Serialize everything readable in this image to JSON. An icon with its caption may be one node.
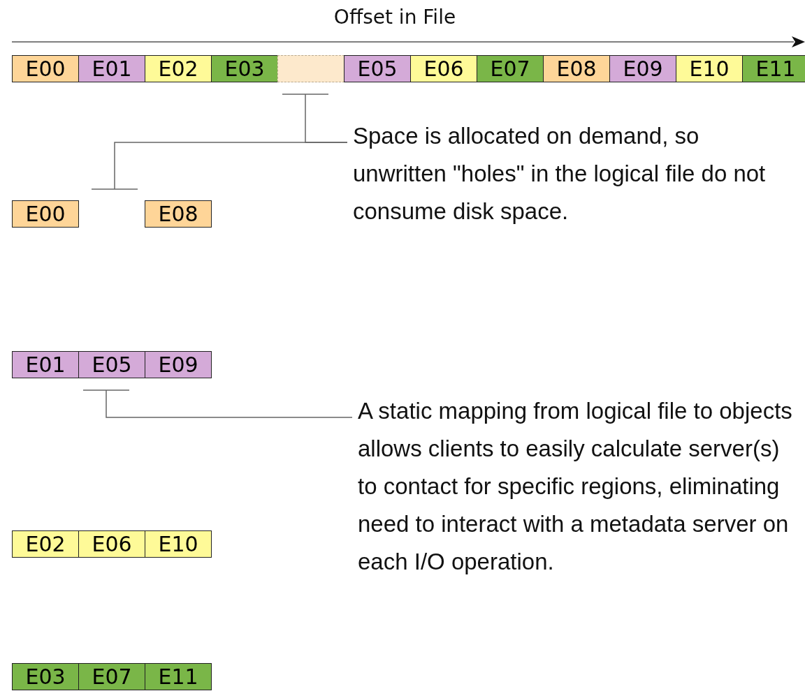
{
  "diagram": {
    "nodes": [
      {
        "text": [
          "E00"
        ]
      },
      {
        "text": [
          "E01"
        ]
      },
      {
        "text": [
          "E02"
        ]
      },
      {
        "text": [
          "E03"
        ]
      },
      {
        "text": [],
        "shape": "box"
      },
      {
        "text": [
          "E05"
        ]
      },
      {
        "text": [
          "E06"
        ]
      },
      {
        "text": [
          "E07"
        ]
      },
      {
        "text": [
          "E08"
        ]
      },
      {
        "text": [
          "E09"
        ]
      },
      {
        "text": [
          "E10"
        ]
      },
      {
        "text": [
          "E11"
        ]
      },
      {
        "text": [
          "E00"
        ]
      },
      {
        "text": [
          "E08"
        ]
      },
      {
        "text": [
          "E01"
        ]
      },
      {
        "text": [
          "E05"
        ]
      },
      {
        "text": [
          "E09"
        ]
      },
      {
        "text": [
          "E02"
        ]
      },
      {
        "text": [
          "E06"
        ]
      },
      {
        "text": [
          "E10"
        ]
      },
      {
        "text": [
          "E03"
        ]
      },
      {
        "text": [
          "E07"
        ]
      },
      {
        "text": [
          "E11"
        ]
      },
      {
        "text": [
          "Space is allocated on demand, so unwritten \"holes\" in the logical file do not consume disk space."
        ]
      },
      {
        "text": [
          "A static mapping from logical file to objects allows clients to easily calculate server(s) to contact for specific regions, eliminating need to interact with a metadata server on each I/O operation."
        ]
      }
    ],
    "edges": [
      {
        "from": 23,
        "to": 4,
        "arrow": "other"
      },
      {
        "from": 23,
        "to": null,
        "arrow": "other"
      },
      {
        "from": 24,
        "to": 15,
        "arrow": "other"
      }
    ],
    "labels": [
      "Offset in File"
    ]
  }
}
